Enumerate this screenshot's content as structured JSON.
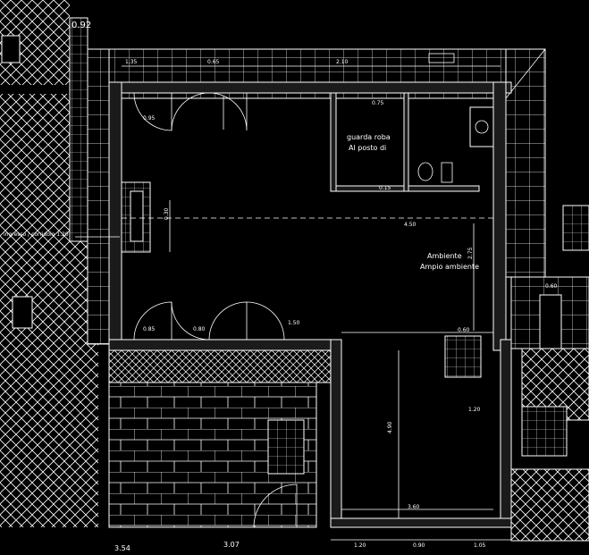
{
  "dims": {
    "top_corner": "0.92",
    "bottom_left": "3.54",
    "bottom_mid": "3.07",
    "living_width": "4.50",
    "room_width": "3.60",
    "room_height": "4.90",
    "side_a": "1.20",
    "side_b": "0.60",
    "stair_step": "1.50",
    "door_a": "0.95",
    "door_b": "0.85",
    "door_c": "0.80",
    "door_d": "0.60",
    "niche": "0.30",
    "top_a": "1.35",
    "top_b": "0.65",
    "top_c": "2.10",
    "top_d": "0.75",
    "bottom_a": "1.20",
    "bottom_b": "0.90",
    "bottom_c": "1.05",
    "right_a": "0.15",
    "height_note": "2.75"
  },
  "rooms": {
    "closet_name": "guarda roba",
    "closet_note": "Al posto di",
    "living_name": "Ambiente",
    "living_note": "Ampio ambiente",
    "label_left": "ingresso / corridoio 1.20"
  },
  "colors": {
    "background": "#000000",
    "line": "#ffffff",
    "wall_fill": "#1b1b1b"
  }
}
